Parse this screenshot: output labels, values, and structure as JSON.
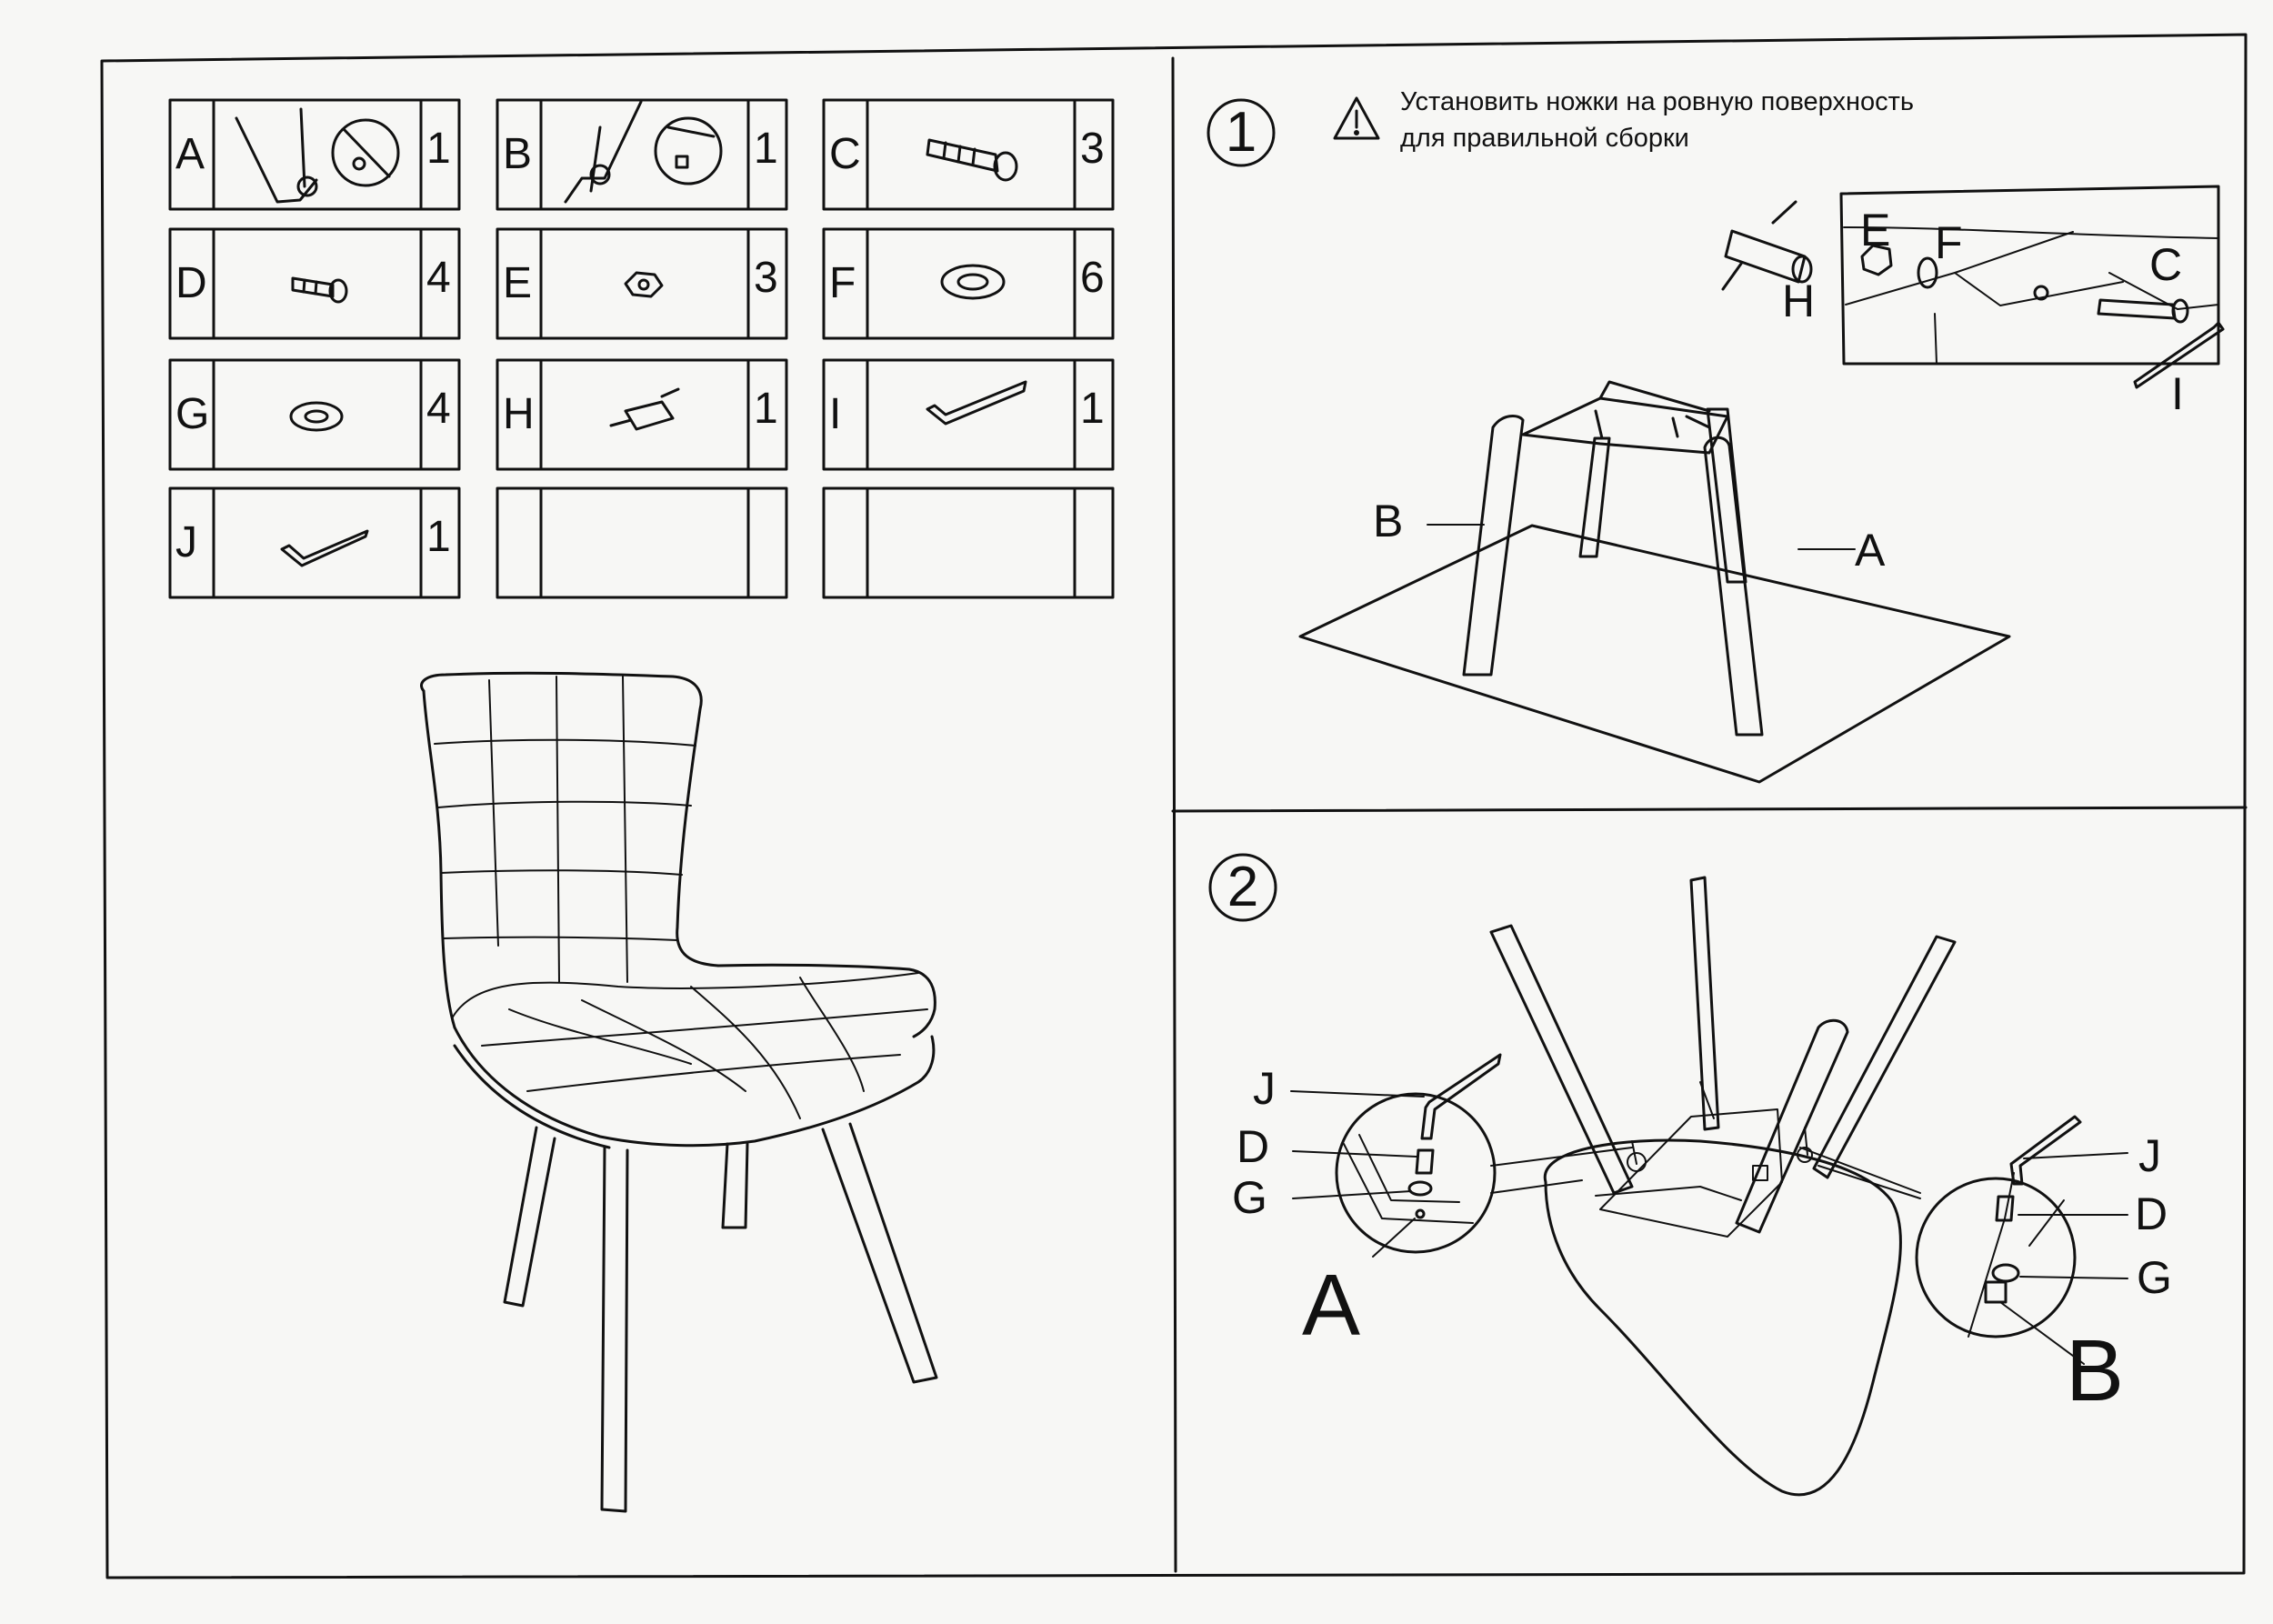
{
  "parts": [
    {
      "letter": "A",
      "count": "1",
      "icon": "leg-with-bracket-icon"
    },
    {
      "letter": "B",
      "count": "1",
      "icon": "leg-with-bracket-icon"
    },
    {
      "letter": "C",
      "count": "3",
      "icon": "long-bolt-icon"
    },
    {
      "letter": "D",
      "count": "4",
      "icon": "short-bolt-icon"
    },
    {
      "letter": "E",
      "count": "3",
      "icon": "hex-nut-icon"
    },
    {
      "letter": "F",
      "count": "6",
      "icon": "large-washer-icon"
    },
    {
      "letter": "G",
      "count": "4",
      "icon": "small-washer-icon"
    },
    {
      "letter": "H",
      "count": "1",
      "icon": "barrel-nut-icon"
    },
    {
      "letter": "I",
      "count": "1",
      "icon": "allen-key-large-icon"
    },
    {
      "letter": "J",
      "count": "1",
      "icon": "allen-key-small-icon"
    },
    {
      "letter": "",
      "count": "",
      "icon": ""
    },
    {
      "letter": "",
      "count": "",
      "icon": ""
    }
  ],
  "step1": {
    "number": "1",
    "note_line1": "Установить ножки на ровную поверхность",
    "note_line2": "для правильной сборки",
    "callouts": {
      "E": "E",
      "F": "F",
      "C": "C",
      "H": "H",
      "I": "I",
      "B": "B",
      "A": "A"
    }
  },
  "step2": {
    "number": "2",
    "left_callouts": {
      "J": "J",
      "D": "D",
      "G": "G",
      "A": "A"
    },
    "right_callouts": {
      "J": "J",
      "D": "D",
      "G": "G",
      "B": "B"
    }
  }
}
